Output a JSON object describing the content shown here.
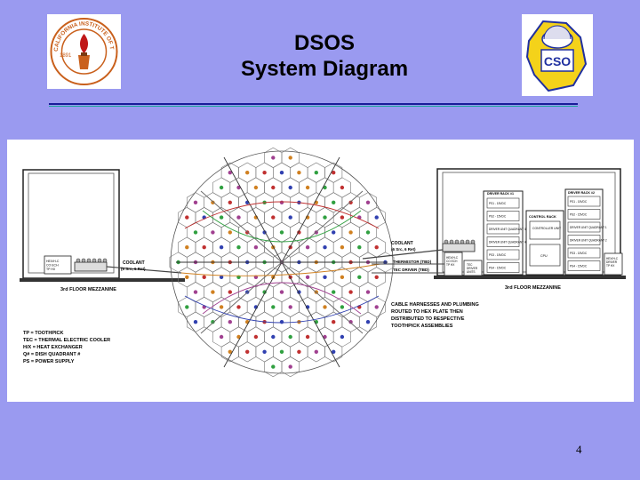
{
  "slide": {
    "title_line1": "DSOS",
    "title_line2": "System Diagram",
    "page_number": "4"
  },
  "logos": {
    "left": {
      "text": "CALIFORNIA INSTITUTE OF TECHNOLOGY",
      "year": "1891"
    },
    "right": {
      "text": "CSO"
    }
  },
  "diagram": {
    "left_floor_label": "3rd FLOOR MEZZANINE",
    "right_floor_label": "3rd FLOOR MEZZANINE",
    "left_box_label": [
      "HEX/H-C",
      "CO ECH",
      "TP HX"
    ],
    "left_coolant": {
      "line1": "COOLANT",
      "line2": "(6 Src, 6 Ret)"
    },
    "right_coolant": {
      "line1": "COOLANT",
      "line2": "(6 Src, 6 Ret)"
    },
    "thermistor": "THERMISTOR (TBD)",
    "tec_driver": "TEC DRIVER (TBD)",
    "cable_note": [
      "CABLE HARNESSES AND PLUMBING",
      "ROUTED TO HEX PLATE THEN",
      "DISTRIBUTED TO RESPECTIVE",
      "TOOTHPICK ASSEMBLIES"
    ],
    "legend": [
      "TP = TOOTHPICK",
      "TEC = THERMAL ELECTRIC COOLER",
      "H/X = HEAT EXCHANGER",
      "Q# = DISH QUADRANT #",
      "PS = POWER SUPPLY"
    ],
    "driver_rack_left": {
      "title": "DRIVER RACK #1",
      "items": [
        "PS1 - 15VDC",
        "PS2 - 15VDC",
        "DRIVER UNIT QUADRANT 3",
        "DRIVER UNIT QUADRANT 4",
        "PS3 - 15VDC",
        "PS4 - 15VDC"
      ]
    },
    "control_rack": {
      "title": "CONTROL RACK",
      "items": [
        "CONTROLLER UNIT",
        "CPU"
      ]
    },
    "driver_rack_right": {
      "title": "DRIVER RACK #2",
      "items": [
        "PS1 - 15VDC",
        "PS2 - 15VDC",
        "DRIVER UNIT QUADRANT 1",
        "DRIVER UNIT QUADRANT 2",
        "PS3 - 15VDC",
        "PS4 - 15VDC"
      ]
    },
    "right_side_units": {
      "left": [
        "HEX/H-C",
        "CO ECH",
        "TP HX"
      ],
      "mid": [
        "TEC",
        "DRIVER",
        "UNITS"
      ],
      "far": [
        "HEX/H-C",
        "DRIVER",
        "TP HX"
      ]
    }
  },
  "colors": {
    "background": "#9a9af0",
    "rule_dark": "#1a1a9a",
    "rule_teal": "#19a59a",
    "caltech_orange": "#d2691e",
    "cso_yellow": "#f4d21a",
    "cso_blue": "#2030a0"
  }
}
